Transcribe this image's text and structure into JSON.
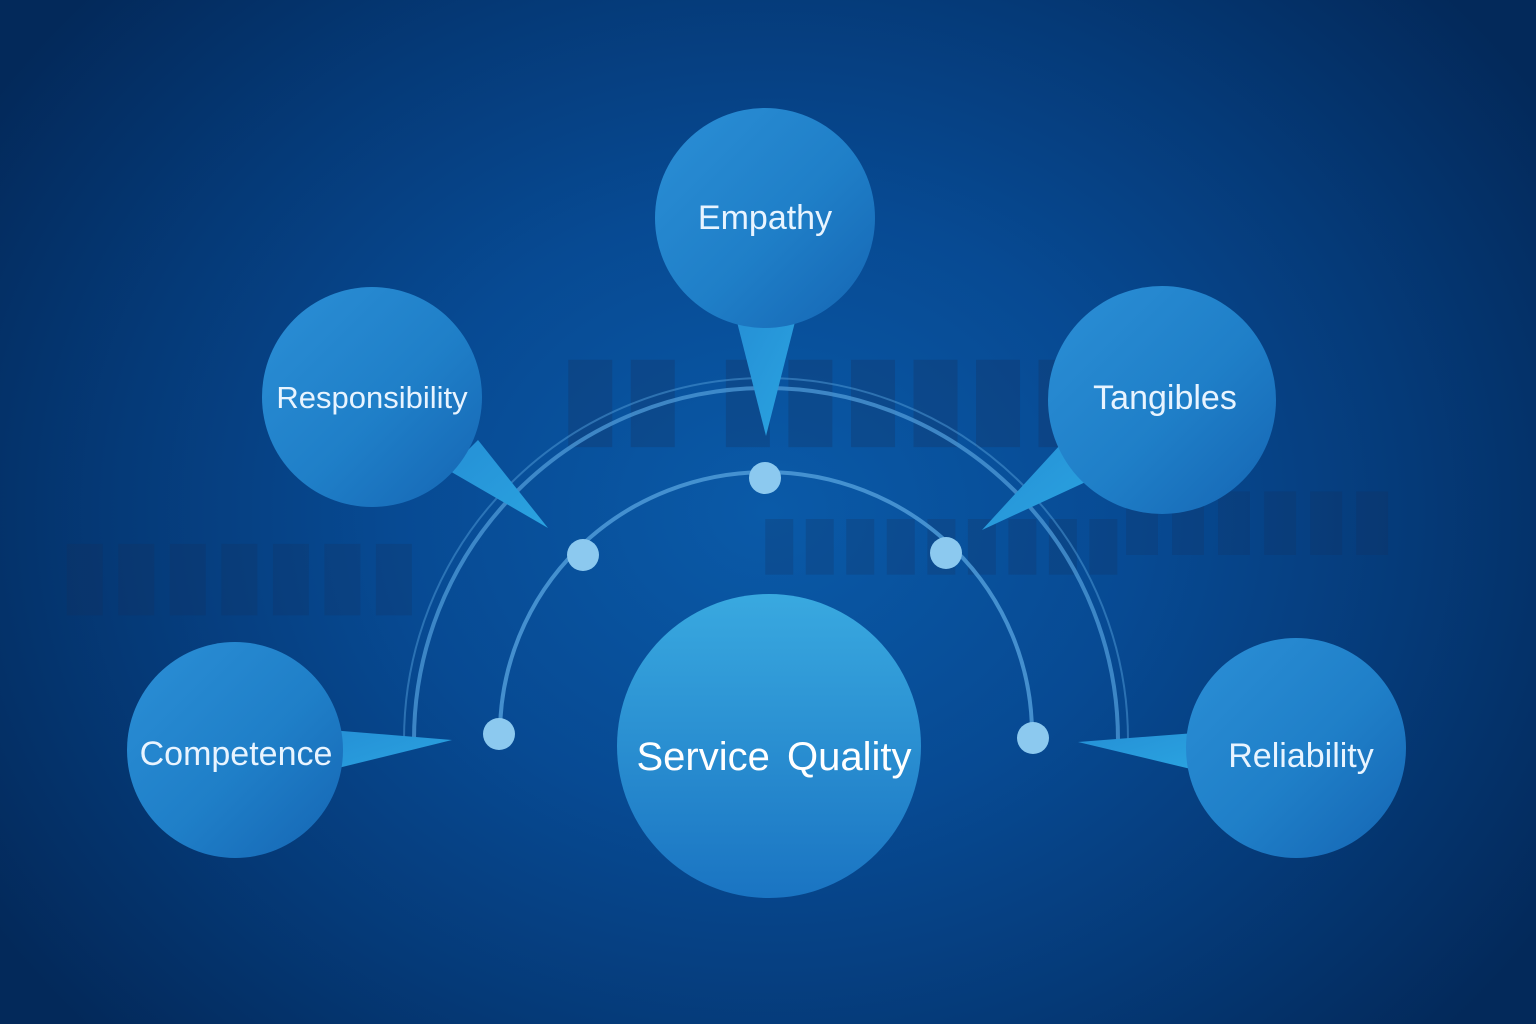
{
  "colors": {
    "bubble_light": "#2a9ad8",
    "bubble_dark": "#1466b5",
    "arc": "#4f9bd8",
    "dot": "#8cc9ef",
    "text": "#e8f4ff"
  },
  "diagram": {
    "center": {
      "label": "Service Quality"
    },
    "nodes": [
      {
        "id": "empathy",
        "label": "Empathy"
      },
      {
        "id": "responsibility",
        "label": "Responsibility"
      },
      {
        "id": "tangibles",
        "label": "Tangibles"
      },
      {
        "id": "competence",
        "label": "Competence"
      },
      {
        "id": "reliability",
        "label": "Reliability"
      }
    ]
  }
}
